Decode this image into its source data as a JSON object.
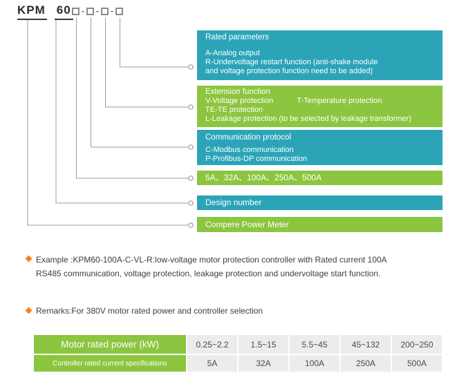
{
  "colors": {
    "teal": "#2ba4b8",
    "green": "#8cc540",
    "orange": "#f08519",
    "cell_bg": "#ececec"
  },
  "model_code": {
    "prefix": "KPM",
    "design": "60",
    "separator": "-"
  },
  "callouts": [
    {
      "title": "Rated parameters",
      "lines": [
        "A-Analog output",
        "R-Undervoltage restart function (anti-shake module",
        "and voltage protection function need to be added)"
      ]
    },
    {
      "title": "Extension function",
      "lines": [
        "V-Voltage protection",
        "T-Temperature protection",
        "TE-TE protection",
        "L-Leakage protection (to be selected by leakage transformer)"
      ]
    },
    {
      "title": "Communication protocol",
      "lines": [
        "C-Modbus communication",
        "P-Profibus-DP communication"
      ]
    },
    {
      "title": "5A、32A、100A、250A、500A",
      "lines": []
    },
    {
      "title": "Design number",
      "lines": []
    },
    {
      "title": "Compere Power Meter",
      "lines": []
    }
  ],
  "example": {
    "line1": "Example :KPM60-100A-C-VL-R:low-voltage motor protection controller with Rated current 100A",
    "line2": "RS485 communication, voltage protection, leakage protection and undervoltage start function."
  },
  "remarks": "Remarks:For 380V motor rated power and controller selection",
  "table": {
    "header_row": {
      "label": "Motor rated power (kW)",
      "cells": [
        "0.25~2.2",
        "1.5~15",
        "5.5~45",
        "45~132",
        "200~250"
      ]
    },
    "current_row": {
      "label": "Controller rated current specifications",
      "cells": [
        "5A",
        "32A",
        "100A",
        "250A",
        "500A"
      ]
    }
  }
}
